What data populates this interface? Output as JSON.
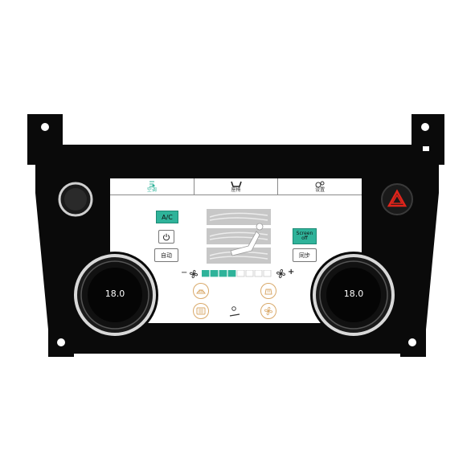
{
  "tabs": [
    {
      "label": "空调",
      "icon": "climate-icon",
      "active": true
    },
    {
      "label": "座椅",
      "icon": "seat-icon",
      "active": false
    },
    {
      "label": "设置",
      "icon": "settings-gear-icon",
      "active": false
    }
  ],
  "controls": {
    "ac_label": "A/C",
    "auto_label": "自动",
    "screen_off_line1": "Screen",
    "screen_off_line2": "off",
    "sync_label": "同步"
  },
  "fan": {
    "minus_label": "−",
    "plus_label": "+",
    "segments_total": 8,
    "level": 4
  },
  "temperature": {
    "left": "18.0",
    "right": "18.0"
  },
  "colors": {
    "accent": "#2fb39a",
    "bezel": "#0a0a0a",
    "hazard": "#e0241b",
    "mode_button_border": "#d9a96a"
  }
}
